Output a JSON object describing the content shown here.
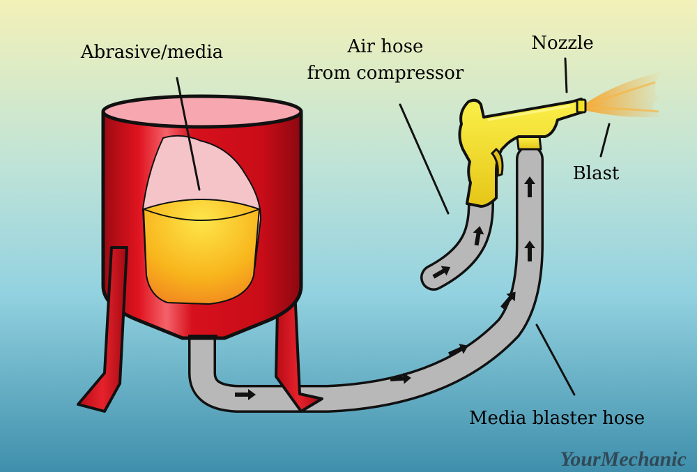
{
  "labels": {
    "abrasive": "Abrasive/media",
    "air_hose_line1": "Air hose",
    "air_hose_line2": "from compressor",
    "nozzle": "Nozzle",
    "blast": "Blast",
    "media_hose": "Media blaster hose"
  },
  "watermark": "YourMechanic",
  "colors": {
    "tank_red": "#d6101c",
    "tank_rim_pink": "#f7a7b0",
    "media_yellow": "#f8c21c",
    "gun_yellow": "#f4e026",
    "hose_gray": "#b5b5b5",
    "blast_orange": "#f7a93b",
    "bg_top": "#f3f1b8",
    "bg_bottom": "#3f8fac"
  },
  "icons": {
    "arrow": "flow-arrow-icon"
  }
}
